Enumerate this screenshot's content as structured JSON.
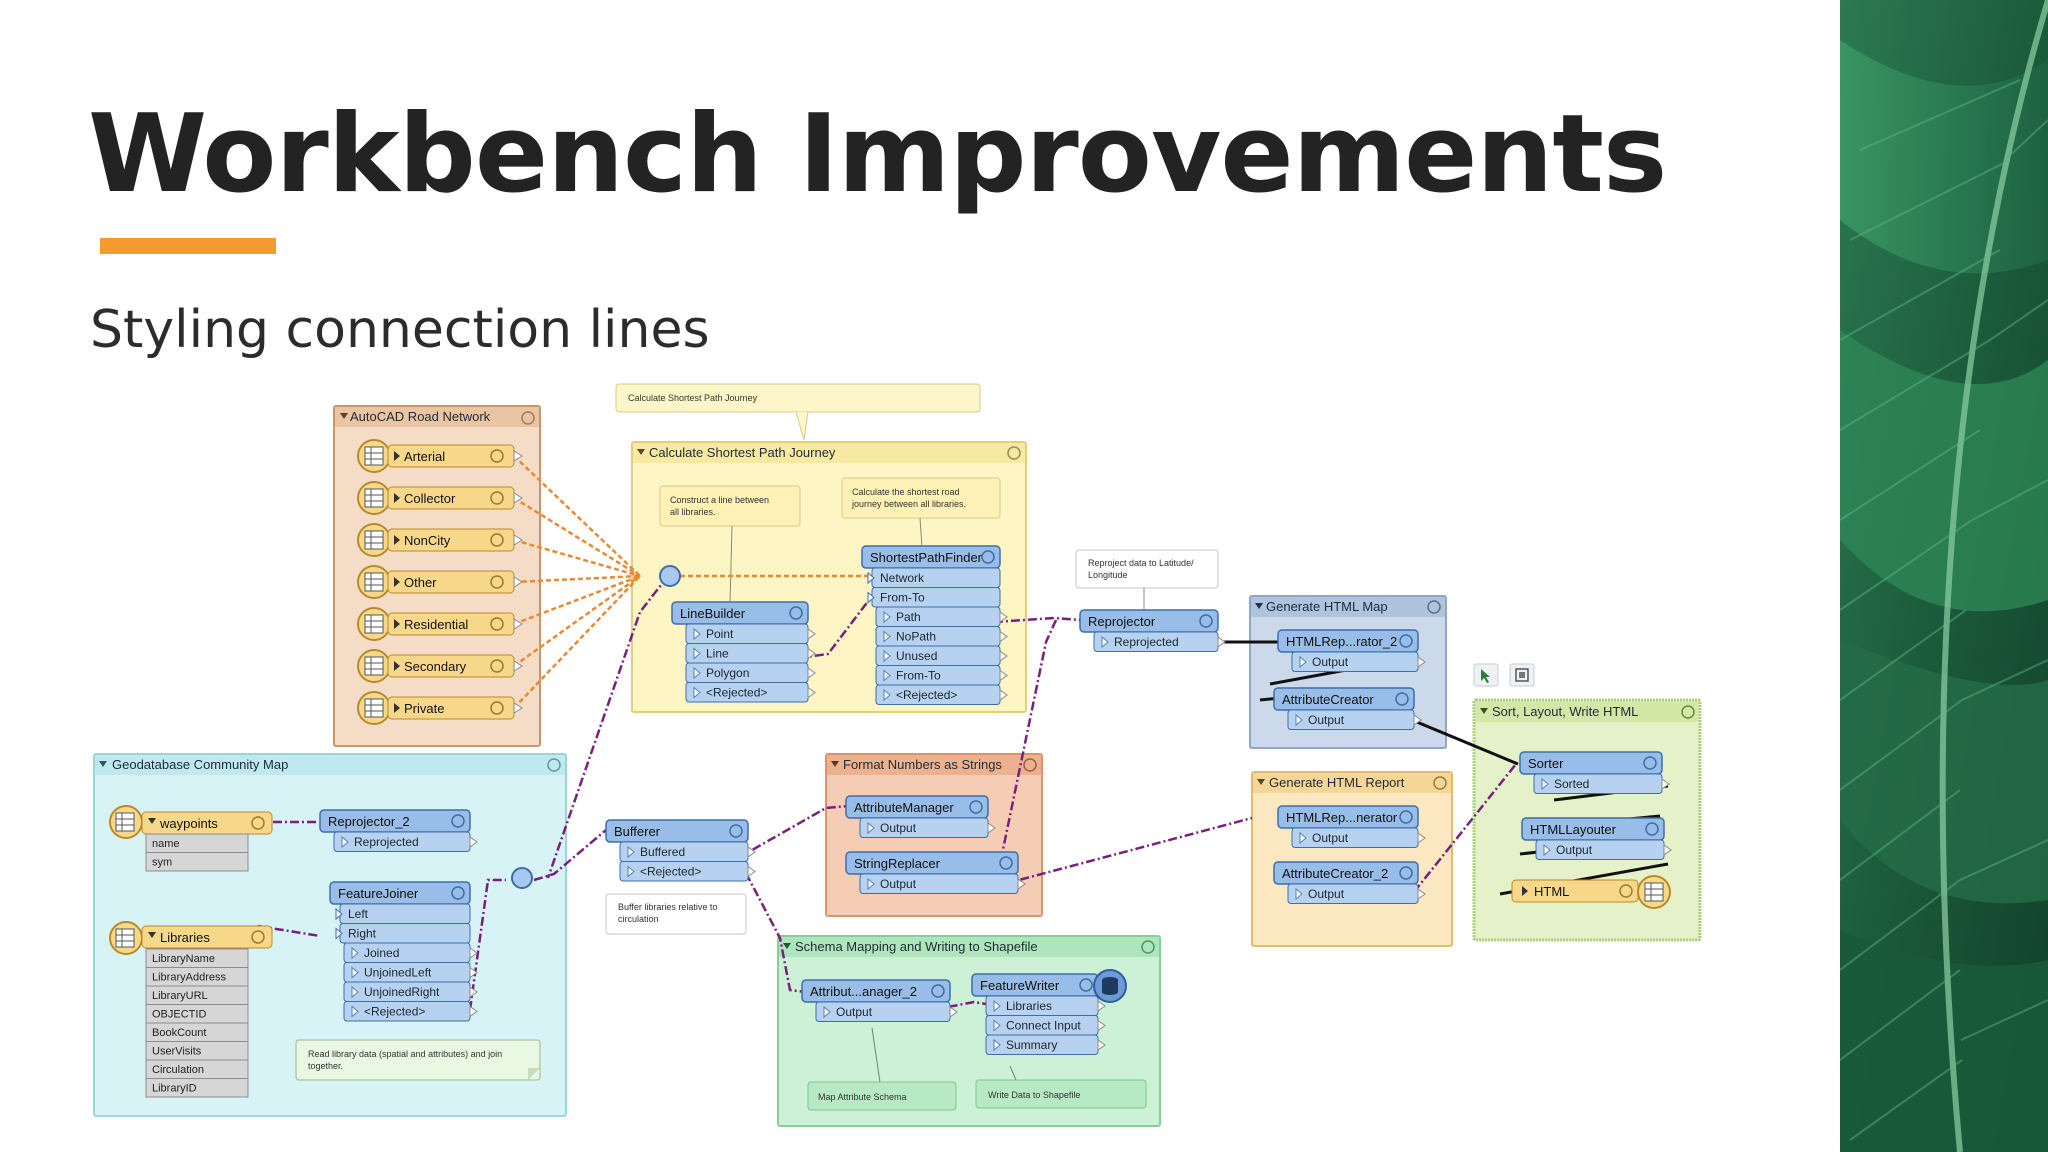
{
  "slide": {
    "title": "Workbench Improvements",
    "subtitle": "Styling connection lines",
    "colors": {
      "accent": "#f59a2e",
      "title": "#232323",
      "leaf": "#1f5a3d"
    }
  },
  "workspace": {
    "bookmarks": [
      {
        "id": "autocad",
        "title": "AutoCAD Road Network",
        "color": "#f4dcc6",
        "border": "#c9956b"
      },
      {
        "id": "shortest",
        "title": "Calculate Shortest Path Journey",
        "color": "#fdf5c4",
        "border": "#e3cf79"
      },
      {
        "id": "geodb",
        "title": "Geodatabase Community Map",
        "color": "#d8f3f6",
        "border": "#9ad5de"
      },
      {
        "id": "format",
        "title": "Format Numbers as Strings",
        "color": "#f5cdb5",
        "border": "#d9946a"
      },
      {
        "id": "schema",
        "title": "Schema Mapping and Writing to Shapefile",
        "color": "#cdf1d6",
        "border": "#85cf98"
      },
      {
        "id": "htmlmap",
        "title": "Generate HTML Map",
        "color": "#cbd9ea",
        "border": "#8fa6c4"
      },
      {
        "id": "htmlreport",
        "title": "Generate HTML Report",
        "color": "#fbe8c0",
        "border": "#e0bd6e"
      },
      {
        "id": "sortlayout",
        "title": "Sort, Layout, Write HTML",
        "color": "#e5f2c9",
        "border": "#a9cf76"
      }
    ],
    "notes": {
      "header": "Calculate Shortest Path Journey",
      "construct": "Construct a line between all libraries.",
      "shortest": "Calculate the shortest road journey between all libraries.",
      "reproject": "Reproject data to Latitude/ Longitude",
      "buffer": "Buffer libraries relative to circulation",
      "readlib": "Read library data (spatial and attributes) and join together.",
      "mapschema": "Map Attribute Schema",
      "writeshape": "Write Data to Shapefile"
    },
    "readers": [
      {
        "id": "arterial",
        "label": "Arterial"
      },
      {
        "id": "collector",
        "label": "Collector"
      },
      {
        "id": "noncity",
        "label": "NonCity"
      },
      {
        "id": "other",
        "label": "Other"
      },
      {
        "id": "residential",
        "label": "Residential"
      },
      {
        "id": "secondary",
        "label": "Secondary"
      },
      {
        "id": "private",
        "label": "Private"
      }
    ],
    "waypoints": {
      "label": "waypoints",
      "attrs": [
        "name",
        "sym"
      ]
    },
    "libraries": {
      "label": "Libraries",
      "attrs": [
        "LibraryName",
        "LibraryAddress",
        "LibraryURL",
        "OBJECTID",
        "BookCount",
        "UserVisits",
        "Circulation",
        "LibraryID"
      ]
    },
    "transformers": {
      "linebuilder": {
        "title": "LineBuilder",
        "ports": [
          "Point",
          "Line",
          "Polygon",
          "<Rejected>"
        ]
      },
      "spf": {
        "title": "ShortestPathFinder",
        "inputs": [
          "Network",
          "From-To"
        ],
        "ports": [
          "Path",
          "NoPath",
          "Unused",
          "From-To",
          "<Rejected>"
        ]
      },
      "reprojector": {
        "title": "Reprojector",
        "ports": [
          "Reprojected"
        ]
      },
      "reprojector2": {
        "title": "Reprojector_2",
        "ports": [
          "Reprojected"
        ]
      },
      "featurejoiner": {
        "title": "FeatureJoiner",
        "inputs": [
          "Left",
          "Right"
        ],
        "ports": [
          "Joined",
          "UnjoinedLeft",
          "UnjoinedRight",
          "<Rejected>"
        ]
      },
      "bufferer": {
        "title": "Bufferer",
        "ports": [
          "Buffered",
          "<Rejected>"
        ]
      },
      "attrmanager": {
        "title": "AttributeManager",
        "ports": [
          "Output"
        ]
      },
      "stringreplacer": {
        "title": "StringReplacer",
        "ports": [
          "Output"
        ]
      },
      "attrmanager2": {
        "title": "Attribut...anager_2",
        "ports": [
          "Output"
        ]
      },
      "featurewriter": {
        "title": "FeatureWriter",
        "ports": [
          "Libraries",
          "Connect Input",
          "Summary"
        ]
      },
      "htmlrep1": {
        "title": "HTMLRep...rator_2",
        "ports": [
          "Output"
        ]
      },
      "attrcreator": {
        "title": "AttributeCreator",
        "ports": [
          "Output"
        ]
      },
      "htmlrep2": {
        "title": "HTMLRep...nerator",
        "ports": [
          "Output"
        ]
      },
      "attrcreator2": {
        "title": "AttributeCreator_2",
        "ports": [
          "Output"
        ]
      },
      "sorter": {
        "title": "Sorter",
        "ports": [
          "Sorted"
        ]
      },
      "htmllayouter": {
        "title": "HTMLLayouter",
        "ports": [
          "Output"
        ]
      }
    },
    "writer": {
      "label": "HTML"
    }
  }
}
